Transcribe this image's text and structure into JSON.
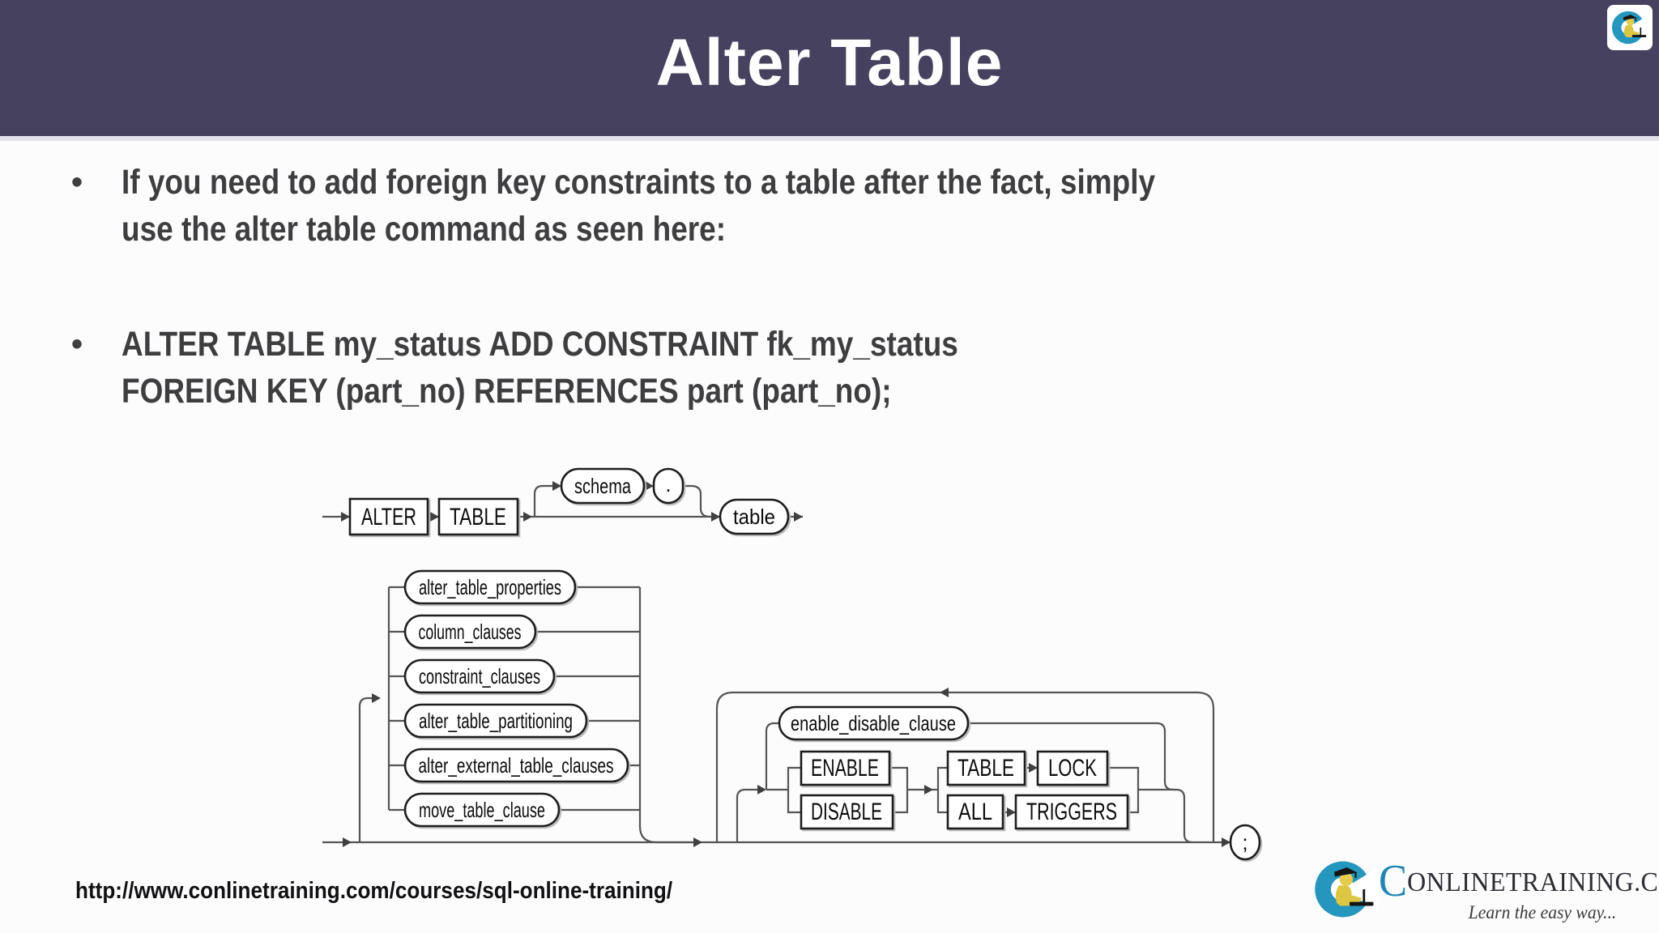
{
  "slide": {
    "title": "Alter Table"
  },
  "ui": {
    "bullet_char": "•"
  },
  "bullets": [
    {
      "lines": [
        "If you need to add foreign key constraints to a table after the fact, simply",
        "use the alter table command as seen here:"
      ]
    },
    {
      "lines": [
        "ALTER TABLE my_status ADD CONSTRAINT fk_my_status",
        "FOREIGN KEY (part_no) REFERENCES part (part_no);"
      ]
    }
  ],
  "diagram": {
    "keywords": {
      "alter": "ALTER",
      "table": "TABLE",
      "enable": "ENABLE",
      "disable": "DISABLE",
      "table2": "TABLE",
      "lock": "LOCK",
      "all": "ALL",
      "triggers": "TRIGGERS"
    },
    "operands": {
      "schema": "schema",
      "dot": ".",
      "table": "table",
      "enable_disable_clause": "enable_disable_clause",
      "terminator": ";"
    },
    "options": [
      "alter_table_properties",
      "column_clauses",
      "constraint_clauses",
      "alter_table_partitioning",
      "alter_external_table_clauses",
      "move_table_clause"
    ]
  },
  "footer": {
    "url": "http://www.conlinetraining.com/courses/sql-online-training/"
  },
  "brand": {
    "initial": "C",
    "name_rest": "ONLINETRAINING.COM",
    "tagline": "Learn the easy way..."
  },
  "colors": {
    "header_bg": "#46415f",
    "title_text": "#ffffff",
    "body_text": "#3e3e41",
    "logo_blue": "#1f87b5",
    "icon_teal": "#2596be",
    "icon_yellow": "#ddc642"
  }
}
